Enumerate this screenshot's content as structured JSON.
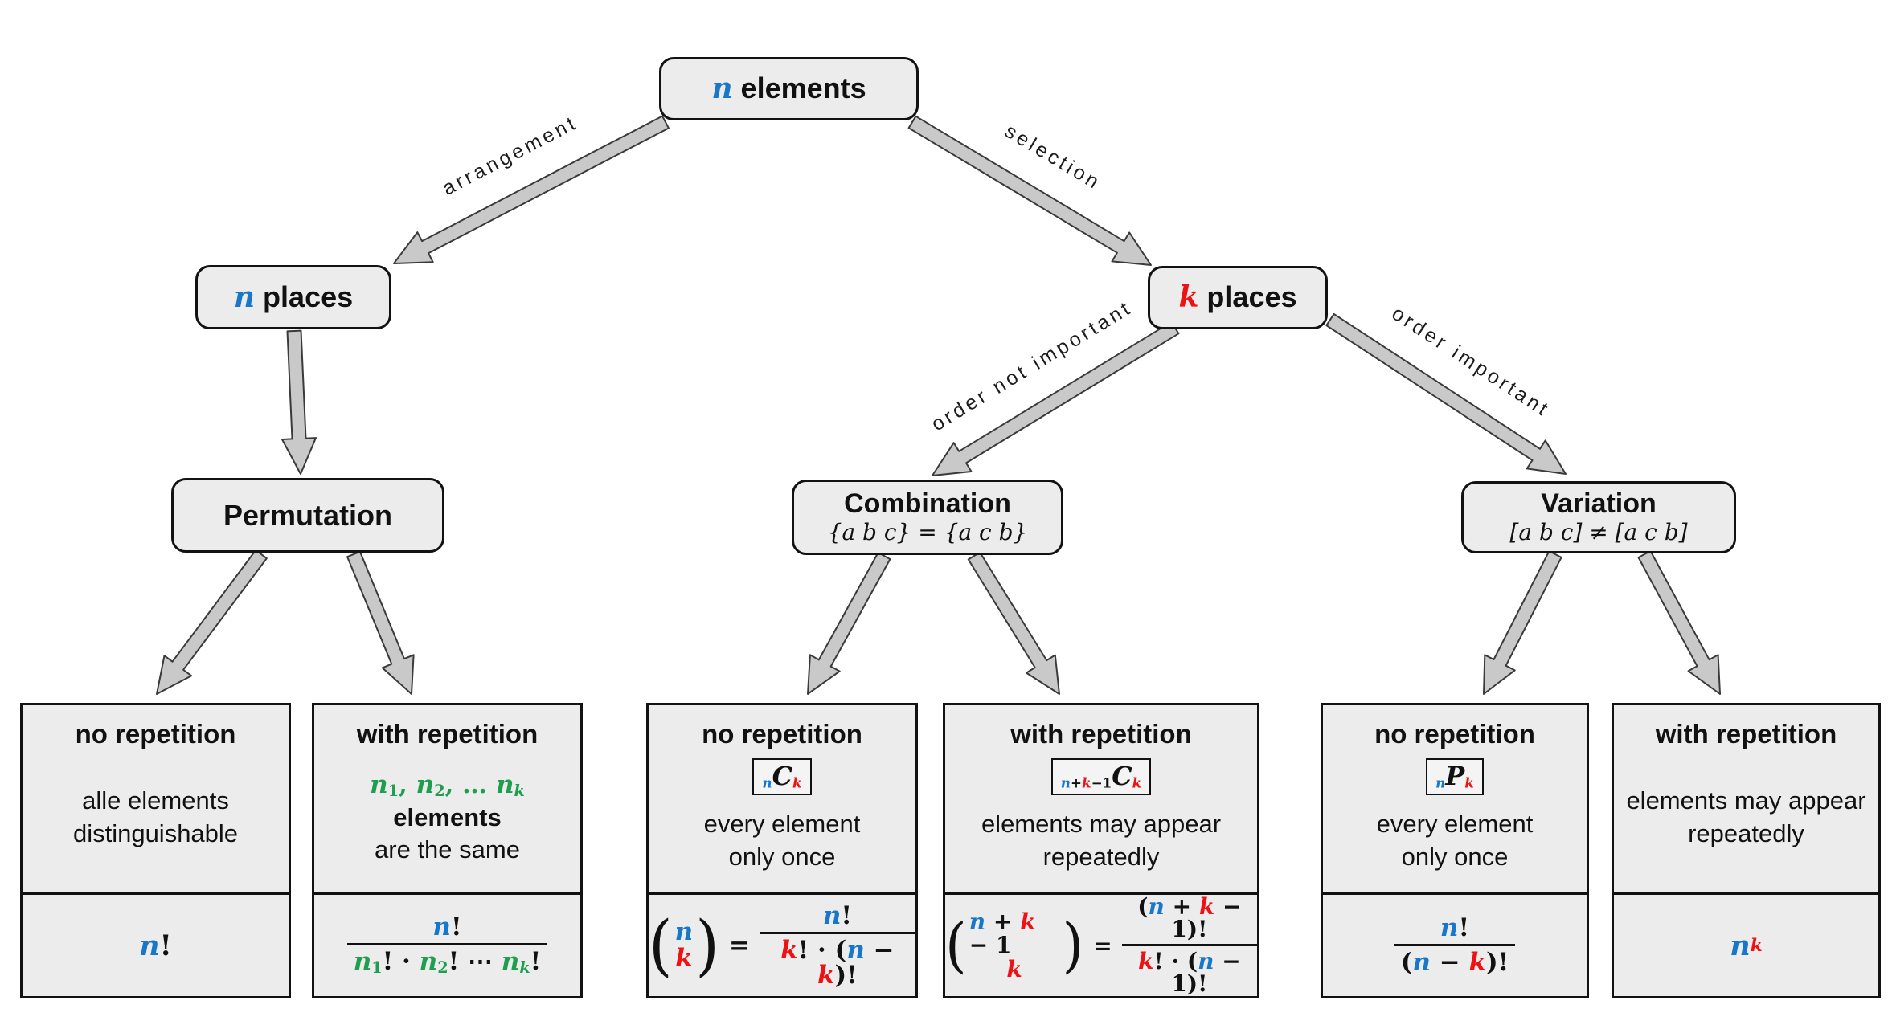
{
  "palette": {
    "blue": "#1877c8",
    "red": "#ee1215",
    "green": "#1f9e50",
    "black": "#111111",
    "box_fill": "#ececec",
    "box_border": "#121212",
    "arrow_fill": "#c9c9c9",
    "arrow_stroke": "#3a3a3a"
  },
  "nodes": {
    "root": {
      "title_tokens": [
        {
          "t": "n",
          "c": "b"
        },
        {
          "t": " elements",
          "sans": 1
        }
      ]
    },
    "n_places": {
      "title_tokens": [
        {
          "t": "n",
          "c": "b"
        },
        {
          "t": " places",
          "sans": 1
        }
      ]
    },
    "k_places": {
      "title_tokens": [
        {
          "t": "k",
          "c": "r"
        },
        {
          "t": " places",
          "sans": 1
        }
      ]
    },
    "permutation": {
      "title": "Permutation"
    },
    "combination": {
      "title": "Combination",
      "subtitle": "{a b c} = {a c b}"
    },
    "variation": {
      "title": "Variation",
      "subtitle": "[a b c] ≠ [a c b]"
    }
  },
  "edge_labels": {
    "arrangement": "arrangement",
    "selection": "selection",
    "order_not_important": "order not important",
    "order_important": "order important"
  },
  "leaves": [
    {
      "id": "leaf-permutation-no-repetition",
      "title": "no repetition",
      "desc": [
        "alle elements",
        "distinguishable"
      ],
      "formula": [
        {
          "t": "n",
          "c": "b"
        },
        {
          "t": "!",
          "up": 1
        }
      ]
    },
    {
      "id": "leaf-permutation-with-repetition",
      "title": "with repetition",
      "desc_tokens": [
        {
          "t": "n",
          "c": "g"
        },
        {
          "t": "1",
          "c": "g",
          "sub": 1,
          "up": 1
        },
        {
          "t": ", ",
          "c": "g",
          "up": 1
        },
        {
          "t": "n",
          "c": "g"
        },
        {
          "t": "2",
          "c": "g",
          "sub": 1,
          "up": 1
        },
        {
          "t": ", … ",
          "c": "g",
          "up": 1
        },
        {
          "t": "n",
          "c": "g"
        },
        {
          "t": "k",
          "c": "g",
          "sub": 1
        },
        {
          "t": " elements",
          "sans": 1
        }
      ],
      "desc": [
        "are the same"
      ],
      "formula": [
        {
          "frac": {
            "num": [
              {
                "t": "n",
                "c": "b"
              },
              {
                "t": "!",
                "up": 1
              }
            ],
            "den": [
              {
                "t": "n",
                "c": "g"
              },
              {
                "t": "1",
                "c": "g",
                "sub": 1,
                "up": 1
              },
              {
                "t": "! · ",
                "up": 1
              },
              {
                "t": "n",
                "c": "g"
              },
              {
                "t": "2",
                "c": "g",
                "sub": 1,
                "up": 1
              },
              {
                "t": "! ⋯ ",
                "up": 1
              },
              {
                "t": "n",
                "c": "g"
              },
              {
                "t": "k",
                "c": "g",
                "sub": 1
              },
              {
                "t": "!",
                "up": 1
              }
            ]
          }
        }
      ]
    },
    {
      "id": "leaf-combination-no-repetition",
      "title": "no repetition",
      "badge": [
        {
          "t": "n",
          "c": "b",
          "sub": 1
        },
        {
          "t": "C",
          "big": 1
        },
        {
          "t": "k",
          "c": "r",
          "sub": 1
        }
      ],
      "desc": [
        "every element",
        "only once"
      ],
      "formula": [
        {
          "binom": {
            "top": [
              {
                "t": "n",
                "c": "b"
              }
            ],
            "bot": [
              {
                "t": "k",
                "c": "r"
              }
            ]
          }
        },
        {
          "t": "=",
          "eq": 1
        },
        {
          "frac": {
            "num": [
              {
                "t": "n",
                "c": "b"
              },
              {
                "t": "!",
                "up": 1
              }
            ],
            "den": [
              {
                "t": "k",
                "c": "r"
              },
              {
                "t": "! · (",
                "up": 1
              },
              {
                "t": "n",
                "c": "b"
              },
              {
                "t": " − ",
                "up": 1
              },
              {
                "t": "k",
                "c": "r"
              },
              {
                "t": ")!",
                "up": 1
              }
            ]
          }
        }
      ]
    },
    {
      "id": "leaf-combination-with-repetition",
      "title": "with repetition",
      "badge": [
        {
          "t": "n",
          "c": "b",
          "sub": 1
        },
        {
          "t": "+",
          "up": 1,
          "sub": 1
        },
        {
          "t": "k",
          "c": "r",
          "sub": 1
        },
        {
          "t": "−1",
          "up": 1,
          "sub": 1
        },
        {
          "t": "C",
          "big": 1
        },
        {
          "t": "k",
          "c": "r",
          "sub": 1
        }
      ],
      "desc": [
        "elements may appear",
        "repeatedly"
      ],
      "formula": [
        {
          "binom": {
            "top": [
              {
                "t": "n",
                "c": "b"
              },
              {
                "t": " + ",
                "up": 1
              },
              {
                "t": "k",
                "c": "r"
              },
              {
                "t": " − 1",
                "up": 1
              }
            ],
            "bot": [
              {
                "t": "k",
                "c": "r"
              }
            ]
          }
        },
        {
          "t": "=",
          "eq": 1
        },
        {
          "frac": {
            "num": [
              {
                "t": "(",
                "up": 1
              },
              {
                "t": "n",
                "c": "b"
              },
              {
                "t": " + ",
                "up": 1
              },
              {
                "t": "k",
                "c": "r"
              },
              {
                "t": " − 1",
                "up": 1
              },
              {
                "t": ")!",
                "up": 1
              }
            ],
            "den": [
              {
                "t": "k",
                "c": "r"
              },
              {
                "t": "! · (",
                "up": 1
              },
              {
                "t": "n",
                "c": "b"
              },
              {
                "t": " − 1",
                "up": 1
              },
              {
                "t": ")!",
                "up": 1
              }
            ]
          }
        }
      ]
    },
    {
      "id": "leaf-variation-no-repetition",
      "title": "no repetition",
      "badge": [
        {
          "t": "n",
          "c": "b",
          "sub": 1
        },
        {
          "t": "P",
          "big": 1
        },
        {
          "t": "k",
          "c": "r",
          "sub": 1
        }
      ],
      "desc": [
        "every element",
        "only once"
      ],
      "formula": [
        {
          "frac": {
            "num": [
              {
                "t": "n",
                "c": "b"
              },
              {
                "t": "!",
                "up": 1
              }
            ],
            "den": [
              {
                "t": "(",
                "up": 1
              },
              {
                "t": "n",
                "c": "b"
              },
              {
                "t": " − ",
                "up": 1
              },
              {
                "t": "k",
                "c": "r"
              },
              {
                "t": ")!",
                "up": 1
              }
            ]
          }
        }
      ]
    },
    {
      "id": "leaf-variation-with-repetition",
      "title": "with repetition",
      "desc": [
        "elements may appear",
        "repeatedly"
      ],
      "formula": [
        {
          "t": "n",
          "c": "b"
        },
        {
          "sup": [
            {
              "t": "k",
              "c": "r"
            }
          ]
        }
      ]
    }
  ]
}
